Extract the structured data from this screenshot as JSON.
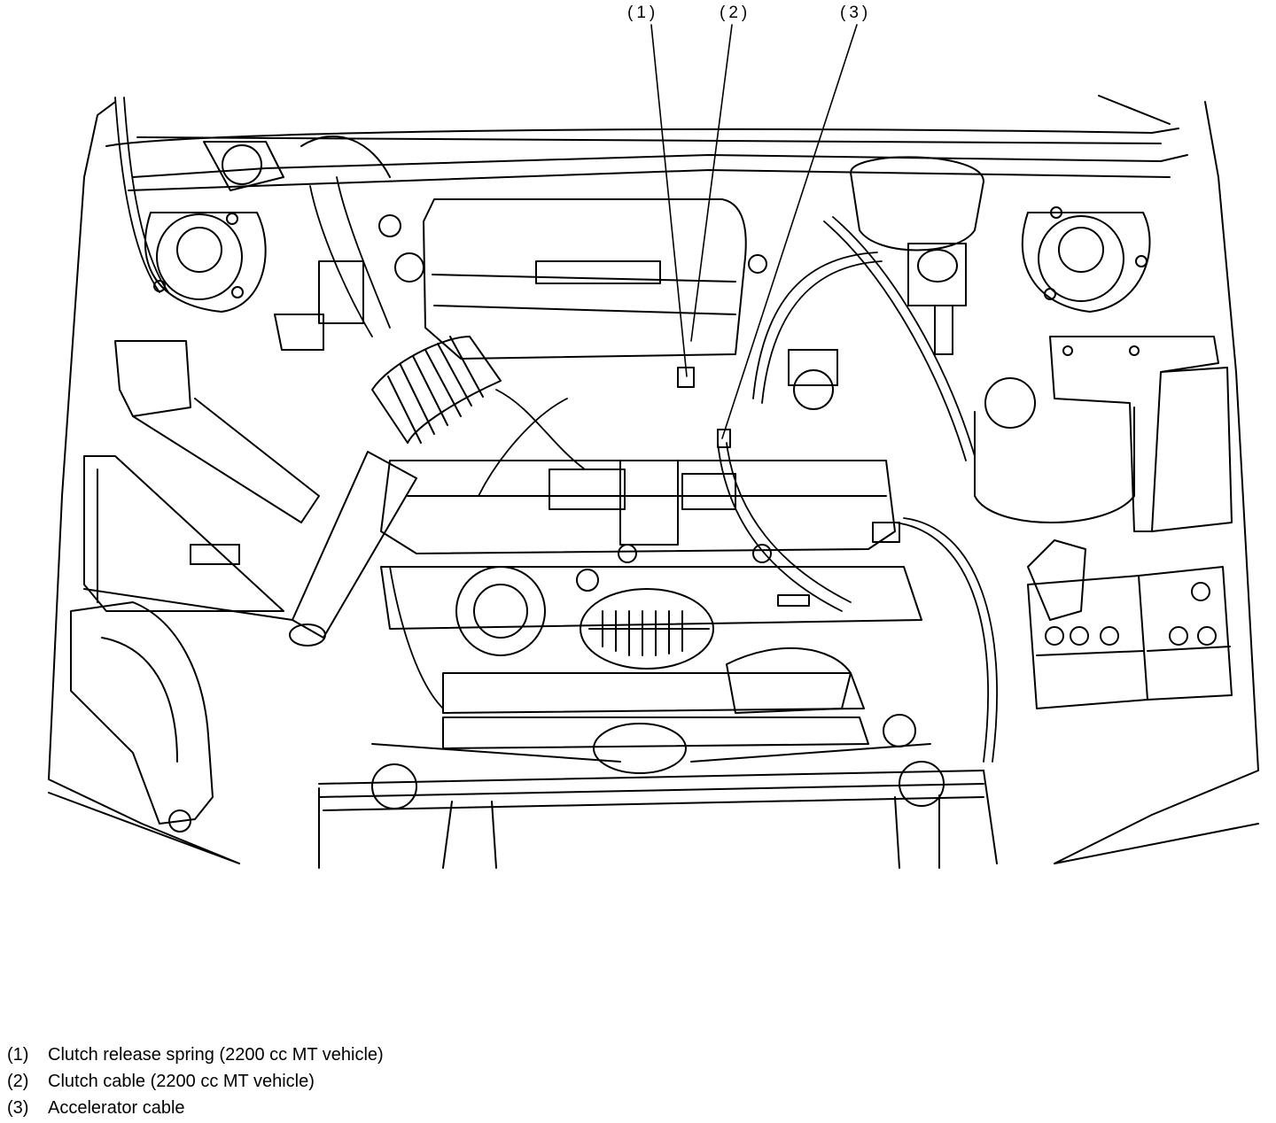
{
  "callouts": [
    {
      "id": "1",
      "label": "(1)"
    },
    {
      "id": "2",
      "label": "(2)"
    },
    {
      "id": "3",
      "label": "(3)"
    }
  ],
  "legend": [
    {
      "num": "(1)",
      "text": "Clutch release spring (2200 cc MT vehicle)"
    },
    {
      "num": "(2)",
      "text": "Clutch cable (2200 cc MT vehicle)"
    },
    {
      "num": "(3)",
      "text": "Accelerator cable"
    }
  ],
  "colors": {
    "line": "#000000",
    "background": "#ffffff"
  }
}
